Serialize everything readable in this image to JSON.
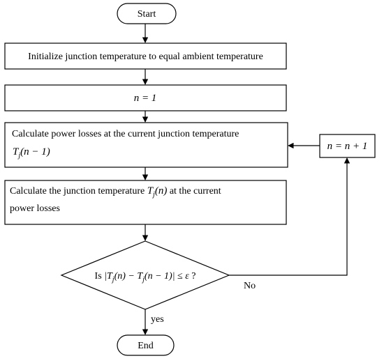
{
  "flowchart": {
    "nodes": {
      "start": {
        "label": "Start"
      },
      "init": {
        "label": "Initialize junction temperature to equal ambient temperature"
      },
      "set_n": {
        "label": "n = 1"
      },
      "calc_losses": {
        "line1": "Calculate power losses at the current junction temperature",
        "line2": "T",
        "line2_sub": "j",
        "line2_rest": "(n − 1)"
      },
      "calc_temp": {
        "line1_pre": "Calculate the junction temperature",
        "line1_var": "T",
        "line1_sub": "j",
        "line1_arg": "(n)",
        "line1_post": "at the current",
        "line2": "power losses"
      },
      "decision": {
        "pre": "Is",
        "expr": "|T",
        "sub1": "j",
        "mid": "(n) − T",
        "sub2": "j",
        "post": "(n − 1)| ≤ ε",
        "q": "?"
      },
      "increment": {
        "label": "n = n + 1"
      },
      "end": {
        "label": "End"
      }
    },
    "edges": {
      "no_label": "No",
      "yes_label": "yes"
    }
  }
}
